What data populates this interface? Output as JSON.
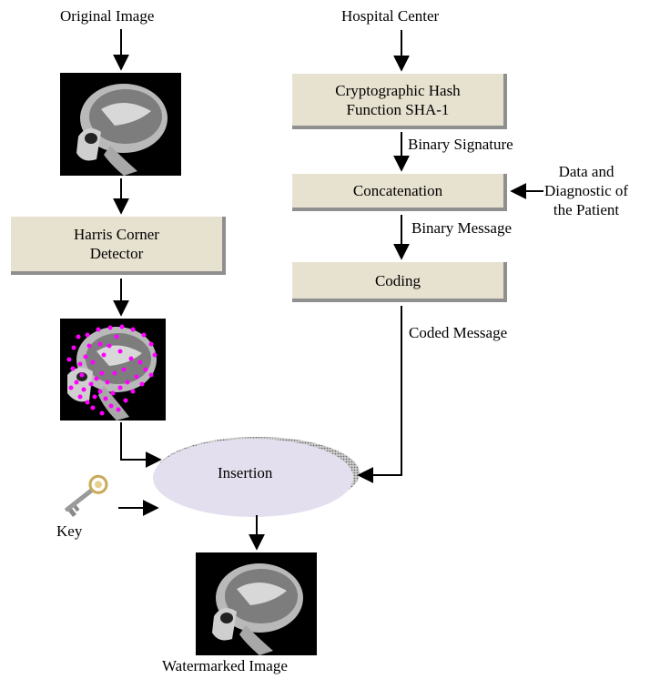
{
  "labels": {
    "original_image": "Original Image",
    "hospital_center": "Hospital Center",
    "binary_signature": "Binary Signature",
    "binary_message": "Binary Message",
    "coded_message": "Coded Message",
    "key": "Key",
    "watermarked_image": "Watermarked Image",
    "patient_data": "Data and\nDiagnostic of\nthe Patient"
  },
  "boxes": {
    "hash": "Cryptographic Hash\nFunction SHA-1",
    "concat": "Concatenation",
    "coding": "Coding",
    "harris": "Harris Corner\nDetector",
    "insertion": "Insertion"
  },
  "colors": {
    "box_fill": "#e7e1cf",
    "ellipse_fill": "#e4dfee",
    "corner_points": "#ff00ff"
  },
  "icons": {
    "mri": "mri-head-sagittal",
    "key": "key-icon"
  }
}
